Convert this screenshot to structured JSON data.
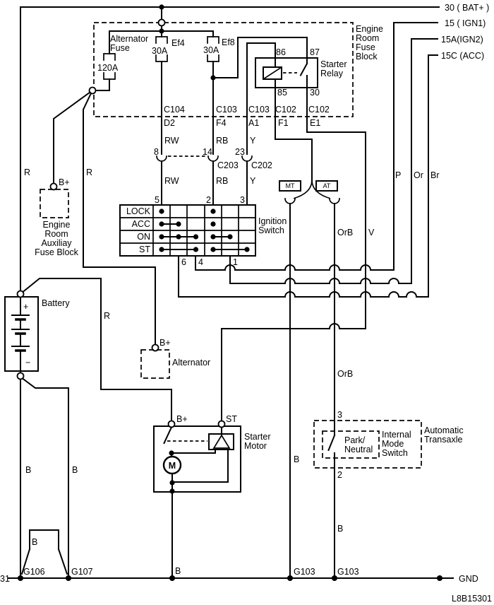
{
  "diagram_code": "L8B15301",
  "rails": {
    "bat": "30 ( BAT+ )",
    "ign1": "15 ( IGN1)",
    "ign2": "15A(IGN2)",
    "acc": "15C (ACC)",
    "gnd": "GND",
    "bus31": "31"
  },
  "fuse_block": {
    "label": [
      "Engine",
      "Room",
      "Fuse",
      "Block"
    ],
    "alt_fuse_label": [
      "Alternator",
      "Fuse"
    ],
    "alt_fuse_rating": "120A",
    "ef4_name": "Ef4",
    "ef4_rating": "30A",
    "ef8_name": "Ef8",
    "ef8_rating": "30A"
  },
  "starter_relay": {
    "label": [
      "Starter",
      "Relay"
    ],
    "pin86": "86",
    "pin87": "87",
    "pin85": "85",
    "pin30": "30"
  },
  "connectors": {
    "row_top": [
      "C104",
      "C103",
      "C103",
      "C102",
      "C102"
    ],
    "row_pins": [
      "D2",
      "F4",
      "A1",
      "F1",
      "E1"
    ],
    "n8": "8",
    "n14": "14",
    "n23": "23",
    "c203": "C203",
    "c202": "C202"
  },
  "wires": {
    "rw_upper": "RW",
    "rb_upper": "RB",
    "y_upper": "Y",
    "rw_lower": "RW",
    "rb_lower": "RB",
    "y_lower": "Y",
    "r_left": "R",
    "r_mid": "R",
    "r_batt": "R",
    "p": "P",
    "or": "Or",
    "br": "Br",
    "v": "V",
    "orb_upper": "OrB",
    "orb_lower": "OrB",
    "b_mt": "B",
    "b_at": "B",
    "b_g106": "B",
    "b_g107": "B",
    "b_strap": "B",
    "b_starter": "B"
  },
  "ignition_switch": {
    "label": [
      "Ignition",
      "Switch"
    ],
    "rows": [
      "LOCK",
      "ACC",
      "ON",
      "ST"
    ],
    "top_pins": [
      "5",
      "2",
      "3"
    ],
    "bottom_pins": [
      "6",
      "4",
      "1"
    ],
    "contacts": [
      {
        "row": "LOCK",
        "groups": [
          [
            1
          ],
          [
            4
          ]
        ]
      },
      {
        "row": "ACC",
        "groups": [
          [
            1,
            2
          ],
          [
            4
          ]
        ]
      },
      {
        "row": "ON",
        "groups": [
          [
            1,
            2,
            3
          ],
          [
            4,
            5
          ]
        ]
      },
      {
        "row": "ST",
        "groups": [
          [
            1,
            3
          ],
          [
            4,
            6
          ]
        ]
      }
    ]
  },
  "aux_fuse_block": {
    "bplus": "B+",
    "label": [
      "Engine",
      "Room",
      "Auxiliay",
      "Fuse Block"
    ]
  },
  "battery": {
    "label": "Battery",
    "plus": "+",
    "minus": "−"
  },
  "alternator": {
    "label": "Alternator",
    "bplus": "B+"
  },
  "starter_motor": {
    "label": [
      "Starter",
      "Motor"
    ],
    "bplus": "B+",
    "st": "ST",
    "m": "M"
  },
  "transaxle": {
    "label": [
      "Automatic",
      "Transaxle"
    ],
    "mode_switch": [
      "Internal",
      "Mode",
      "Switch"
    ],
    "park_neutral": [
      "Park/",
      "Neutral"
    ],
    "pin3": "3",
    "pin2": "2"
  },
  "options": {
    "mt": "MT",
    "at": "AT"
  },
  "grounds": {
    "g106": "G106",
    "g107": "G107",
    "g103a": "G103",
    "g103b": "G103"
  }
}
